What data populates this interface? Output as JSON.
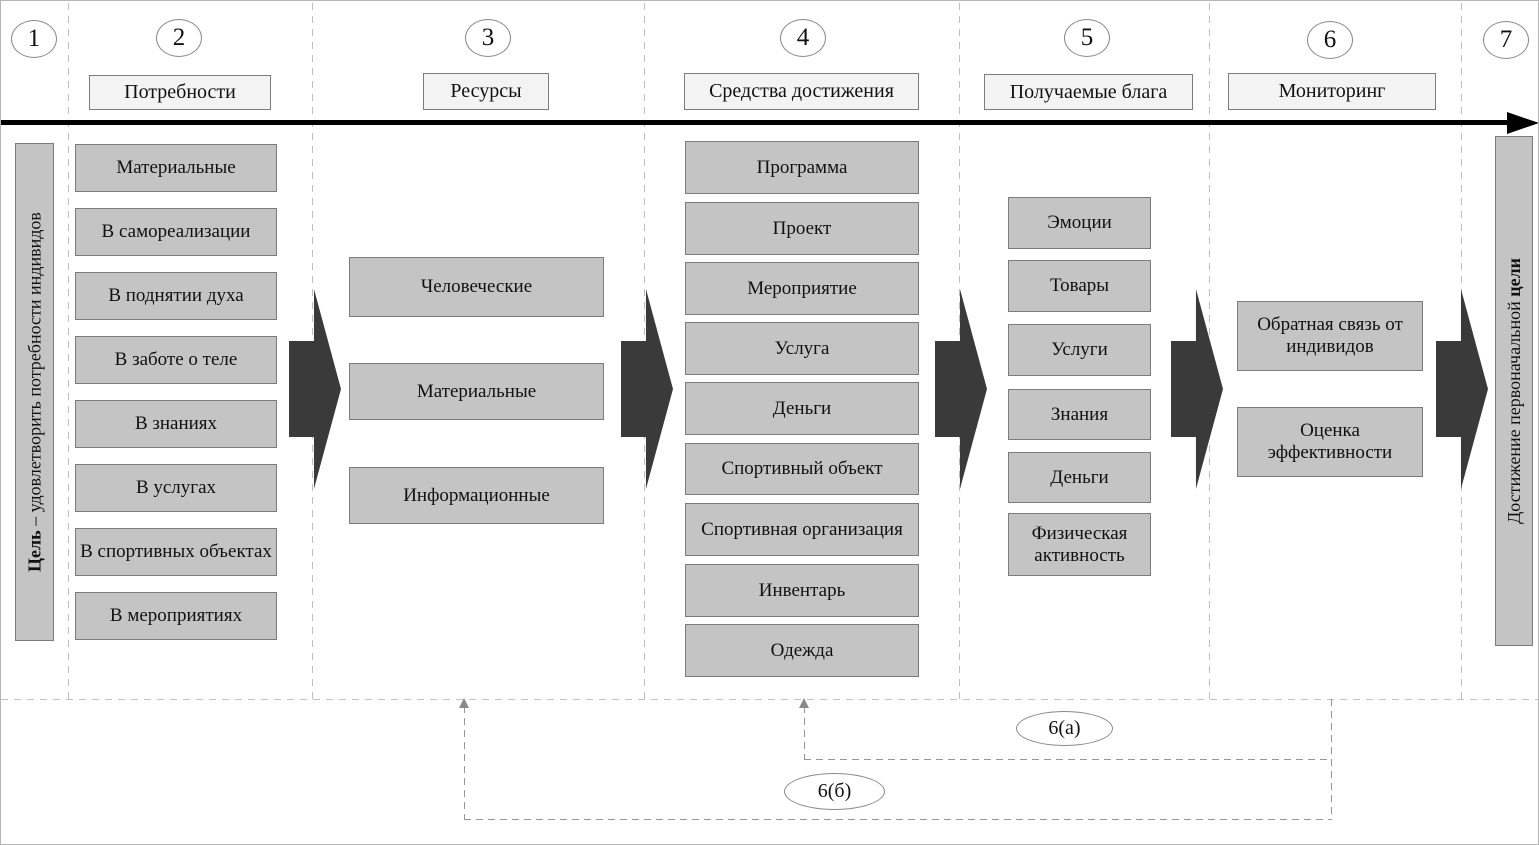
{
  "stages": [
    {
      "number": "1"
    },
    {
      "number": "2",
      "header": "Потребности",
      "items": [
        "Материальные",
        "В самореализации",
        "В поднятии духа",
        "В заботе о теле",
        "В знаниях",
        "В услугах",
        "В спортивных объектах",
        "В мероприятиях"
      ]
    },
    {
      "number": "3",
      "header": "Ресурсы",
      "items": [
        "Человеческие",
        "Материальные",
        "Информационные"
      ]
    },
    {
      "number": "4",
      "header": "Средства достижения",
      "items": [
        "Программа",
        "Проект",
        "Мероприятие",
        "Услуга",
        "Деньги",
        "Спортивный объект",
        "Спортивная организация",
        "Инвентарь",
        "Одежда"
      ]
    },
    {
      "number": "5",
      "header": "Получаемые блага",
      "items": [
        "Эмоции",
        "Товары",
        "Услуги",
        "Знания",
        "Деньги",
        "Физическая активность"
      ]
    },
    {
      "number": "6",
      "header": "Мониторинг",
      "items": [
        "Обратная связь от индивидов",
        "Оценка эффективности"
      ]
    },
    {
      "number": "7"
    }
  ],
  "left_bar": {
    "bold": "Цель",
    "rest": " – удовлетворить потребности индивидов"
  },
  "right_bar": {
    "rest": "Достижение первоначальной ",
    "bold": "цели"
  },
  "feedback": {
    "a": "6(а)",
    "b": "6(б)"
  },
  "colors": {
    "box_fill": "#c4c4c4",
    "box_border": "#7c7c7c",
    "header_fill": "#f3f3f3",
    "flow_arrow": "#3a3a3a",
    "timeline": "#000000",
    "separator_dash": "#bfbfbf",
    "feedback_dash": "#979797"
  }
}
